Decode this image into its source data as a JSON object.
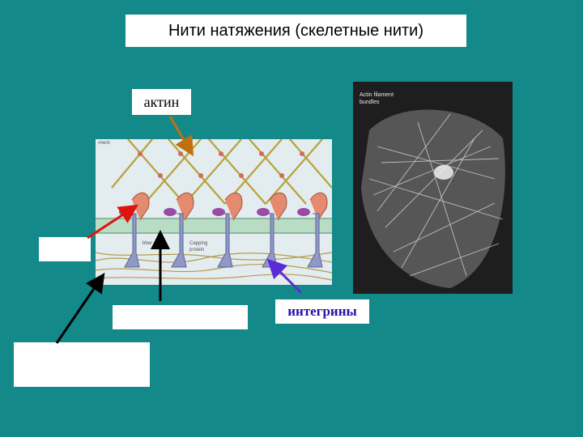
{
  "slide": {
    "title": "Нити натяжения (скелетные нити)",
    "actin_label": "актин",
    "integrin_label": "интегрины"
  },
  "diagram": {
    "labels": {
      "capping": "Capping",
      "protein": "protein",
      "fragment1": "bber",
      "fragment2": "-ment"
    }
  },
  "micrograph": {
    "label_line1": "Actin filament",
    "label_line2": "bundles"
  },
  "colors": {
    "background": "#13898a",
    "actin_arrow": "#c0700e",
    "red_arrow": "#e0140e",
    "integrin_arrow": "#5a2bd8",
    "integrin_text": "#2a11a6"
  }
}
